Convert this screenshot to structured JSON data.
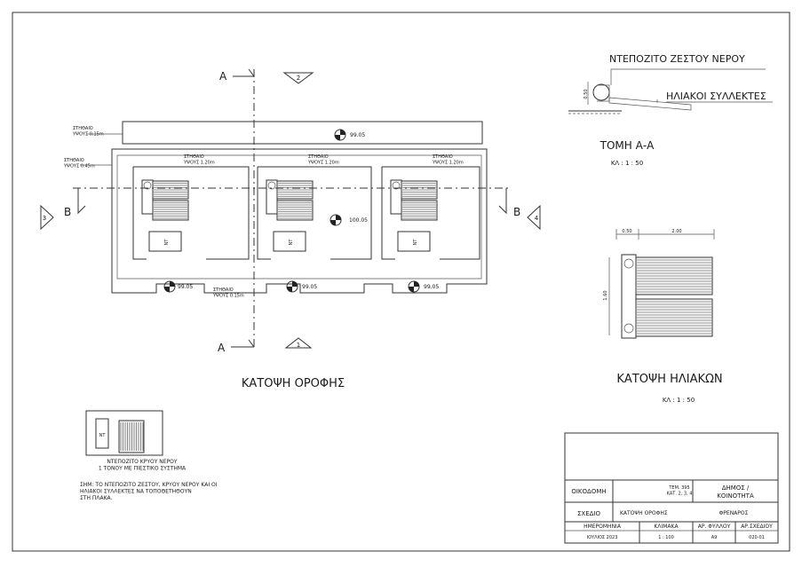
{
  "plan": {
    "title": "ΚΑΤΟΨΗ ΟΡΟΦΗΣ",
    "section_label_a": "A",
    "section_label_b": "B",
    "view_labels": [
      "2",
      "3",
      "4",
      "1"
    ],
    "outer_parapet": "ΣΤΗΘΑΙΟ\nΥΨΟΥΣ 0.15m",
    "inner_parapet": "ΣΤΗΘΑΙΟ\nΥΨΟΥΣ 0.45m",
    "unit_parapet": "ΣΤΗΘΑΙΟ\nΥΨΟΥΣ 1.20m",
    "bottom_parapet": "ΣΤΗΘΑΙΟ\nΥΨΟΥΣ 0.15m",
    "level_top": "99.05",
    "level_center": "100.05",
    "level_bottom": "99.05",
    "tank_label": "NT"
  },
  "section": {
    "hot_water_tank": "ΝΤΕΠΟΖΙΤΟ ΖΕΣΤΟΥ ΝΕΡΟΥ",
    "solar_collectors": "ΗΛΙΑΚΟΙ ΣΥΛΛΕΚΤΕΣ",
    "dim_height": "0.50",
    "title": "ΤΟΜΗ Α-Α",
    "scale": "ΚΛ : 1 : 50"
  },
  "solar_plan": {
    "dim_tank": "0.50",
    "dim_panels": "2.00",
    "dim_depth": "1.60",
    "title": "ΚΑΤΟΨΗ ΗΛΙΑΚΩΝ",
    "scale": "ΚΛ : 1 : 50"
  },
  "legend": {
    "tank_label": "NT",
    "cold_tank": "ΝΤΕΠΟΖΙΤΟ ΚΡΥΟΥ ΝΕΡΟΥ\n1 ΤΟΝΟΥ ΜΕ ΠΙΕΣΤΙΚΟ ΣΥΣΤΗΜΑ",
    "note": "ΣΗΜ: ΤΟ ΝΤΕΠΟΖΙΤΟ ΖΕΣΤΟΥ, ΚΡΥΟΥ ΝΕΡΟΥ ΚΑΙ ΟΙ\nΗΛΙΑΚΟΙ ΣΥΛΛΕΚΤΕΣ ΝΑ ΤΟΠΟΘΕΤΗΘΟΥΝ\nΣΤΗ ΠΛΑΚΑ."
  },
  "title_block": {
    "building_label": "ΟΙΚΟΔΟΜΗ",
    "building_value": "ΤΕΜ. 395\nΚΑΤ. 2, 3, 4",
    "municipality_label": "ΔΗΜΟΣ /\nΚΟΙΝΟΤΗΤΑ",
    "drawing_label": "ΣΧΕΔΙΟ",
    "drawing_value": "ΚΑΤΟΨΗ ΟΡΟΦΗΣ",
    "municipality_value": "ΦΡΕΝΑΡΟΣ",
    "date_label": "ΗΜΕΡΟΜΗΝΙΑ",
    "date_value": "ΙΟΥΛΙΟΣ 2023",
    "scale_label": "ΚΛΙΜΑΚΑ",
    "scale_value": "1 : 100",
    "sheet_label": "ΑΡ. ΦΥΛΛΟΥ",
    "sheet_value": "Α9",
    "drawing_no_label": "ΑΡ.ΣΧΕΔΙΟΥ",
    "drawing_no_value": "020-01"
  }
}
